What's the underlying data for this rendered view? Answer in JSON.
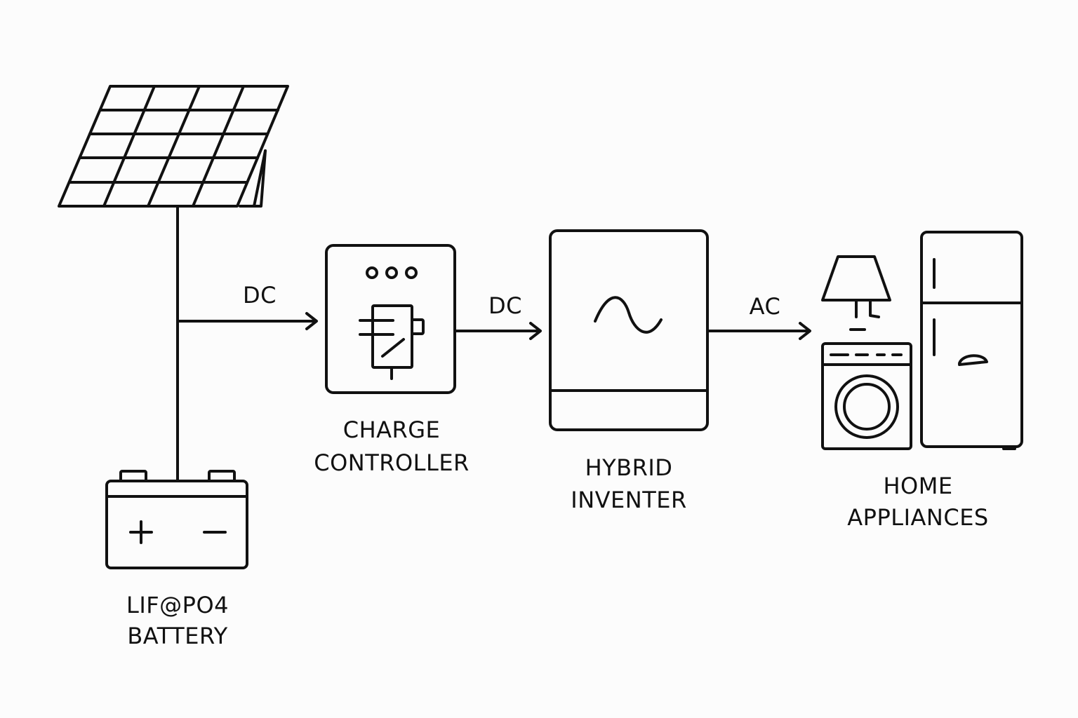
{
  "colors": {
    "background": "#fcfcfc",
    "stroke": "#111111"
  },
  "components": {
    "solar_panel": {
      "icon": "solar-panel-icon"
    },
    "battery": {
      "icon": "battery-icon",
      "label_line1": "LIF@PO4",
      "label_line2": "BATTERY"
    },
    "charge_controller": {
      "icon": "charge-controller-icon",
      "label_line1": "CHARGE",
      "label_line2": "CONTROLLER"
    },
    "inverter": {
      "icon": "sine-wave-icon",
      "label_line1": "HYBRID",
      "label_line2": "INVENTER"
    },
    "appliances": {
      "icons": [
        "lamp-icon",
        "washing-machine-icon",
        "refrigerator-icon"
      ],
      "label_line1": "HOME",
      "label_line2": "APPLIANCES"
    }
  },
  "flows": {
    "panel_to_controller": "DC",
    "controller_to_inverter": "DC",
    "inverter_to_appliances": "AC"
  }
}
